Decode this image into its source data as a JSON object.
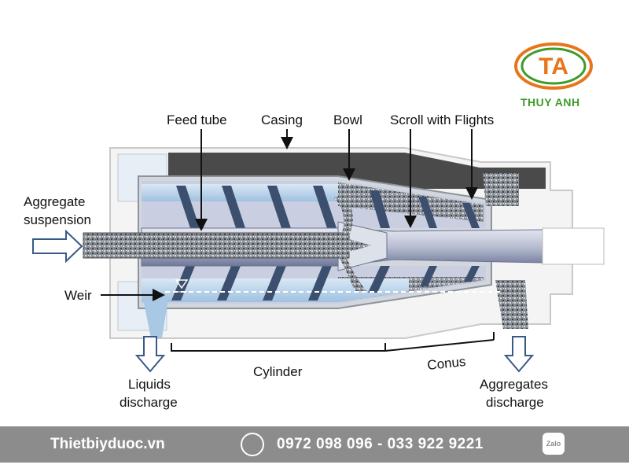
{
  "brand": {
    "logo_letters": "TA",
    "name": "THUY ANH",
    "orange": "#e8751a",
    "green": "#3f9b2a"
  },
  "labels": {
    "feed_tube": "Feed tube",
    "casing": "Casing",
    "bowl": "Bowl",
    "scroll": "Scroll with Flights",
    "aggregate_1": "Aggregate",
    "aggregate_2": "suspension",
    "weir": "Weir",
    "cylinder": "Cylinder",
    "conus": "Conus",
    "liquids_1": "Liquids",
    "liquids_2": "discharge",
    "aggregates_1": "Aggregates",
    "aggregates_2": "discharge"
  },
  "footer": {
    "site": "Thietbiyduoc.vn",
    "phones": "0972 098 096  -  033 922 9221",
    "zalo": "Zalo"
  },
  "colors": {
    "casing": "#4a4a4a",
    "body": "#eeeeee",
    "flight": "#3d4f6e",
    "liquid": "#b9d3ea",
    "background": "#ffffff",
    "footer": "#8c8c8c"
  }
}
